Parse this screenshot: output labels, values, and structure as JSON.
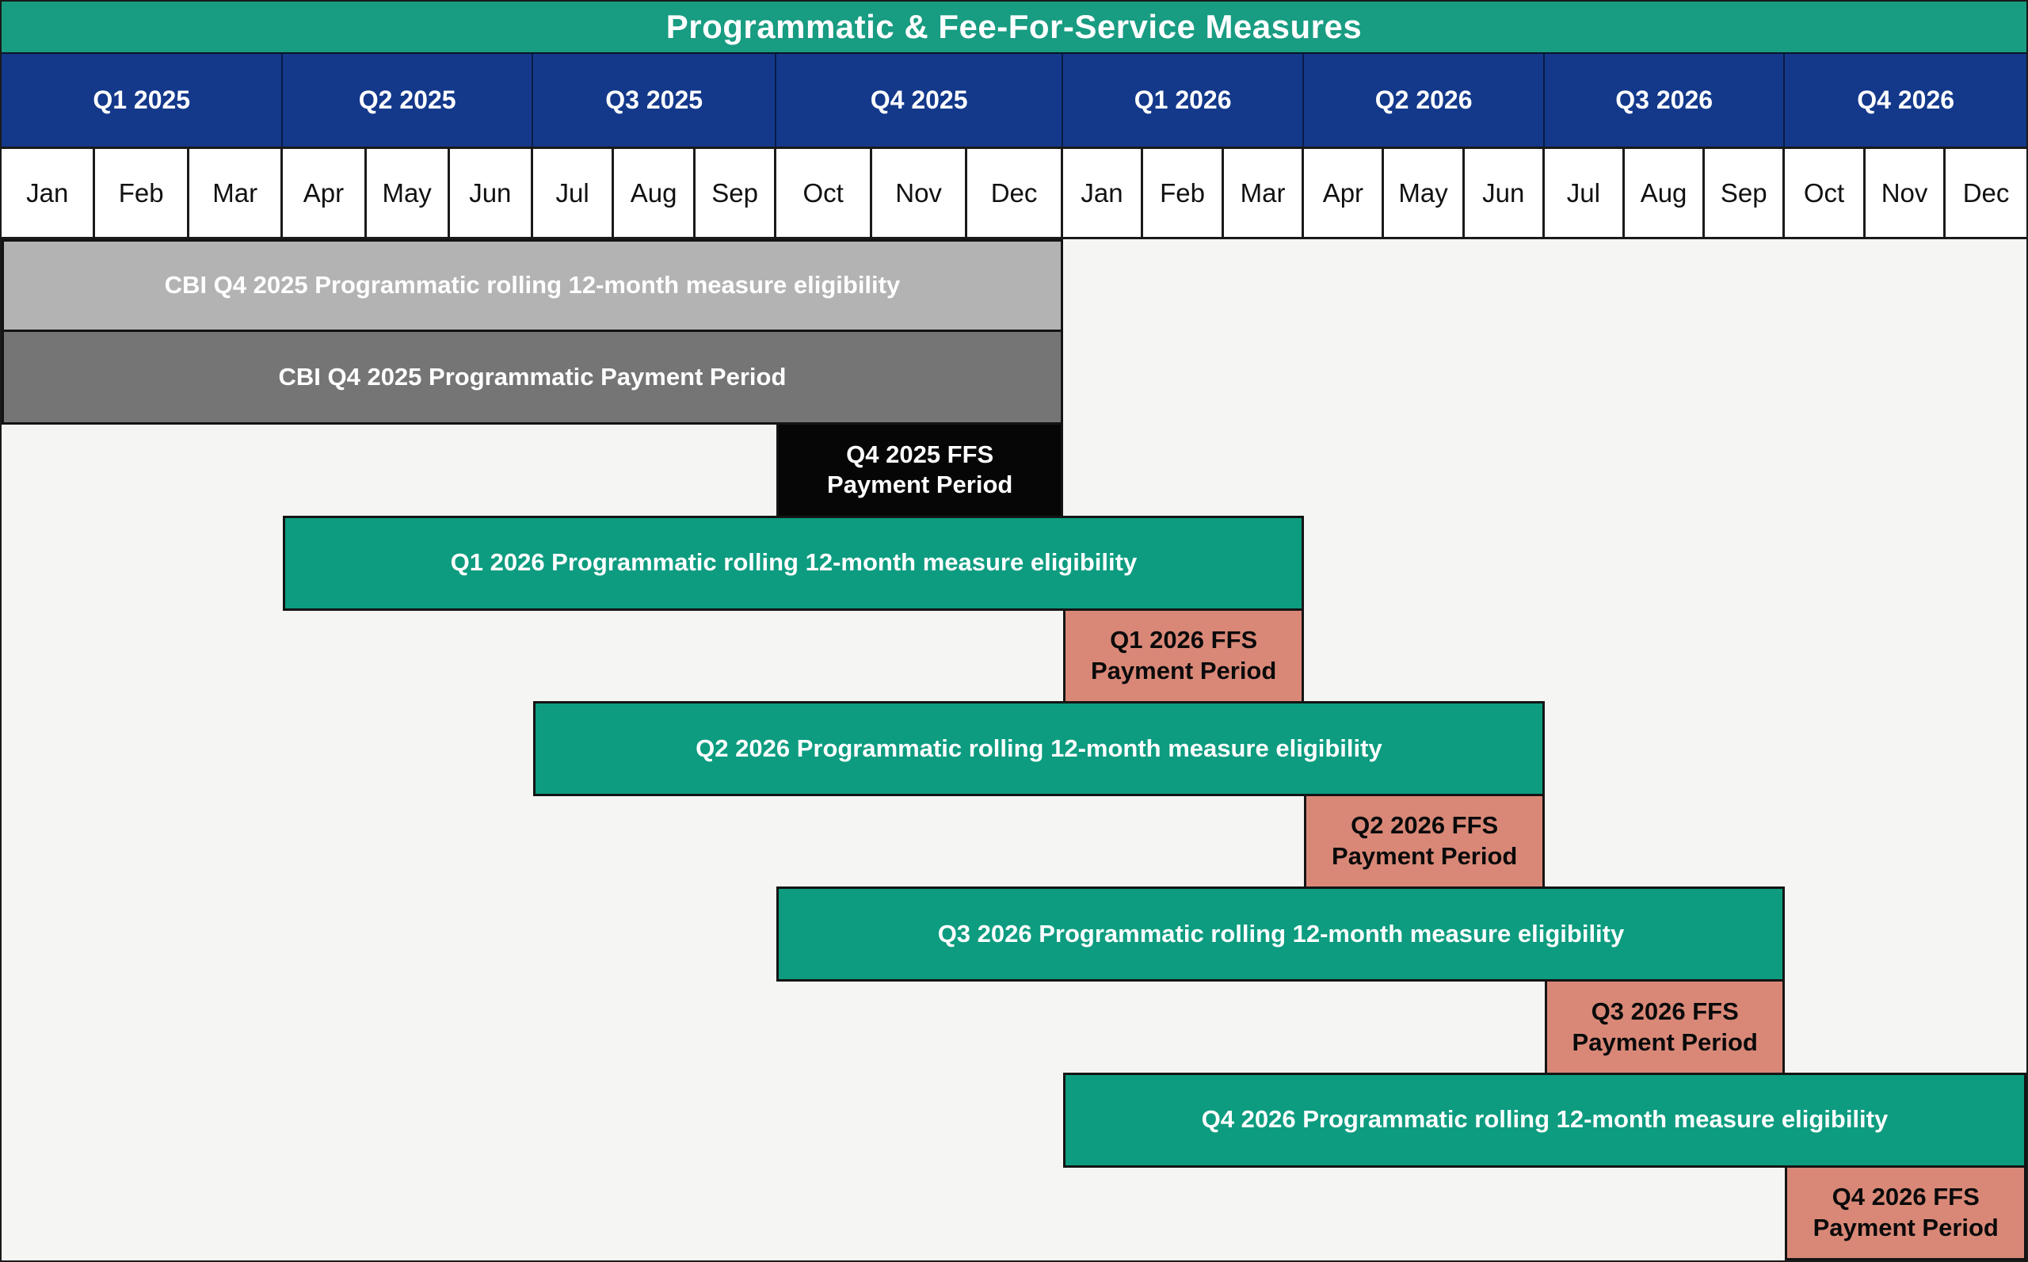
{
  "title": "Programmatic & Fee-For-Service Measures",
  "colors": {
    "title_bg": "#189C82",
    "quarter_bg": "#14398B",
    "teal": "#0D9C80",
    "salmon": "#D98878",
    "light_gray": "#B3B3B3",
    "dark_gray": "#757575",
    "black_bar": "#060606",
    "chart_bg": "#F5F5F4",
    "grid": "#1A1A1A",
    "white": "#FFFFFF"
  },
  "chart_data": {
    "type": "gantt",
    "title": "Programmatic & Fee-For-Service Measures",
    "x_axis": {
      "quarters": [
        "Q1 2025",
        "Q2 2025",
        "Q3 2025",
        "Q4 2025",
        "Q1 2026",
        "Q2 2026",
        "Q3 2026",
        "Q4 2026"
      ],
      "months": [
        "Jan",
        "Feb",
        "Mar",
        "Apr",
        "May",
        "Jun",
        "Jul",
        "Aug",
        "Sep",
        "Oct",
        "Nov",
        "Dec",
        "Jan",
        "Feb",
        "Mar",
        "Apr",
        "May",
        "Jun",
        "Jul",
        "Aug",
        "Sep",
        "Oct",
        "Nov",
        "Dec"
      ]
    },
    "bars": [
      {
        "lines": [
          "CBI Q4 2025 Programmatic rolling 12-month measure eligibility"
        ],
        "start": "Jan 2025",
        "end": "Dec 2025",
        "start_index": 0,
        "end_index": 12,
        "fill": "light_gray",
        "text_color": "white"
      },
      {
        "lines": [
          "CBI Q4 2025 Programmatic Payment Period"
        ],
        "start": "Jan 2025",
        "end": "Dec 2025",
        "start_index": 0,
        "end_index": 12,
        "fill": "dark_gray",
        "text_color": "white"
      },
      {
        "lines": [
          "Q4 2025 FFS",
          "Payment Period"
        ],
        "start": "Oct 2025",
        "end": "Dec 2025",
        "start_index": 9,
        "end_index": 12,
        "fill": "black_bar",
        "text_color": "white"
      },
      {
        "lines": [
          "Q1 2026 Programmatic rolling 12-month measure eligibility"
        ],
        "start": "Apr 2025",
        "end": "Mar 2026",
        "start_index": 3,
        "end_index": 15,
        "fill": "teal",
        "text_color": "white"
      },
      {
        "lines": [
          "Q1 2026 FFS",
          "Payment Period"
        ],
        "start": "Jan 2026",
        "end": "Mar 2026",
        "start_index": 12,
        "end_index": 15,
        "fill": "salmon",
        "text_color": "black"
      },
      {
        "lines": [
          "Q2 2026 Programmatic rolling 12-month measure eligibility"
        ],
        "start": "Jul 2025",
        "end": "Jun 2026",
        "start_index": 6,
        "end_index": 18,
        "fill": "teal",
        "text_color": "white"
      },
      {
        "lines": [
          "Q2 2026 FFS",
          "Payment Period"
        ],
        "start": "Apr 2026",
        "end": "Jun 2026",
        "start_index": 15,
        "end_index": 18,
        "fill": "salmon",
        "text_color": "black"
      },
      {
        "lines": [
          "Q3 2026 Programmatic rolling 12-month measure eligibility"
        ],
        "start": "Oct 2025",
        "end": "Sep 2026",
        "start_index": 9,
        "end_index": 21,
        "fill": "teal",
        "text_color": "white"
      },
      {
        "lines": [
          "Q3 2026 FFS",
          "Payment Period"
        ],
        "start": "Jul 2026",
        "end": "Sep 2026",
        "start_index": 18,
        "end_index": 21,
        "fill": "salmon",
        "text_color": "black"
      },
      {
        "lines": [
          "Q4 2026 Programmatic rolling 12-month measure eligibility"
        ],
        "start": "Jan 2026",
        "end": "Dec 2026",
        "start_index": 12,
        "end_index": 24,
        "fill": "teal",
        "text_color": "white"
      },
      {
        "lines": [
          "Q4 2026 FFS",
          "Payment Period"
        ],
        "start": "Oct 2026",
        "end": "Dec 2026",
        "start_index": 21,
        "end_index": 24,
        "fill": "salmon",
        "text_color": "black"
      }
    ]
  }
}
